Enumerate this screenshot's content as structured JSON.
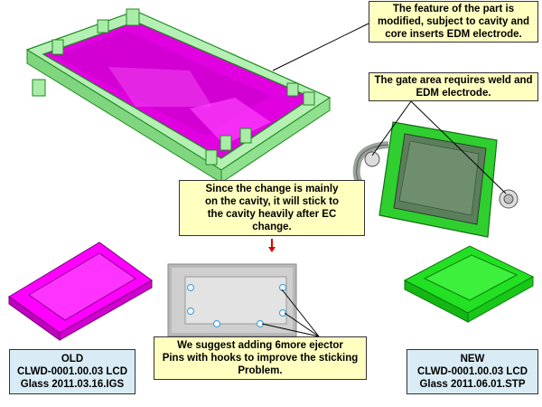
{
  "colors": {
    "magenta": "#ff00ff",
    "green": "#00e600",
    "translucent_green": "#9be89b",
    "note_fill": "#ffffc0",
    "label_fill": "#d9ecf5",
    "arrow_red": "#e00000"
  },
  "notes": {
    "feature": [
      "The feature of the part is",
      "modified, subject to cavity and",
      "core inserts EDM electrode."
    ],
    "gate": [
      "The gate area requires weld and",
      "EDM electrode."
    ],
    "change": [
      "Since the change is mainly",
      "on the cavity, it will stick to",
      "the cavity heavily after EC",
      "change."
    ],
    "ejector": [
      "We suggest adding 6more ejector",
      "Pins with hooks to improve the sticking",
      "Problem."
    ]
  },
  "labels": {
    "old": [
      "OLD",
      "CLWD-0001.00.03  LCD",
      "Glass 2011.03.16.IGS"
    ],
    "new": [
      "NEW",
      "CLWD-0001.00.03  LCD",
      "Glass 2011.06.01.STP"
    ]
  },
  "icons": {
    "change_arrow": "red-down-arrow-icon"
  }
}
